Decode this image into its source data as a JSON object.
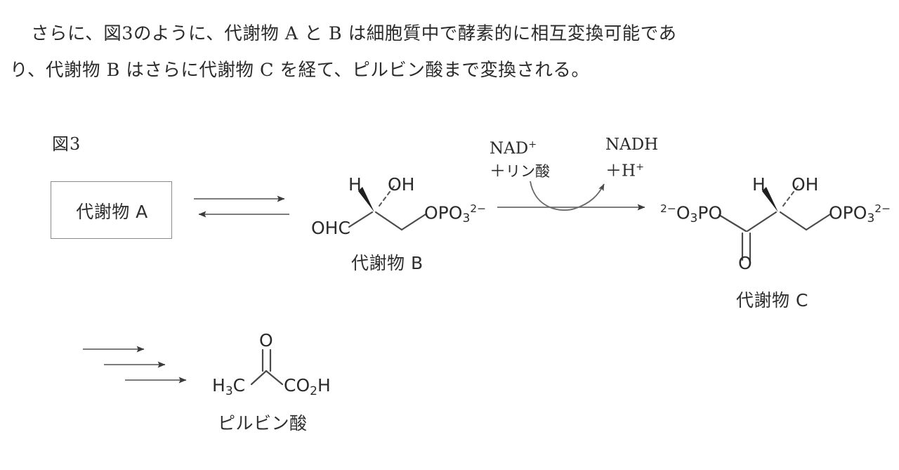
{
  "document": {
    "paragraph": {
      "line1": "さらに、図3のように、代謝物 A と B は細胞質中で酵素的に相互変換可能であ",
      "line2": "り、代謝物 B はさらに代謝物 C を経て、ピルビン酸まで変換される。"
    }
  },
  "figure": {
    "label": "図3",
    "metabolite_a": {
      "name": "代謝物 A"
    },
    "metabolite_b": {
      "name": "代謝物 B",
      "atoms": {
        "h": "H",
        "oh": "OH",
        "ohc": "OHC",
        "phosphate_right": "OPO",
        "phosphate_right_sub": "3",
        "phosphate_right_sup": "2−"
      }
    },
    "metabolite_c": {
      "name": "代謝物 C",
      "atoms": {
        "h": "H",
        "oh": "OH",
        "phosphate_left_sup": "2−",
        "phosphate_left": "O",
        "phosphate_left_sub": "3",
        "phosphate_left_tail": "PO",
        "carbonyl_o": "O",
        "phosphate_right": "OPO",
        "phosphate_right_sub": "3",
        "phosphate_right_sup": "2−"
      }
    },
    "pyruvate": {
      "name": "ピルビン酸",
      "atoms": {
        "methyl": "H",
        "methyl_sub": "3",
        "methyl_c": "C",
        "carbonyl_o": "O",
        "carboxyl": "CO",
        "carboxyl_sub": "2",
        "carboxyl_h": "H"
      }
    },
    "cofactors": {
      "left_top": "NAD",
      "left_top_sup": "+",
      "left_bottom_plus": "＋",
      "left_bottom_text": "リン酸",
      "right_top": "NADH",
      "right_bottom_plus": "＋",
      "right_bottom_text": "H",
      "right_bottom_sup": "+"
    },
    "arrows": {
      "equilibrium_forward": "forward-arrow",
      "equilibrium_reverse": "reverse-arrow",
      "oxidation_arrow": "oxidation-reaction-arrow",
      "curved_cofactor_arrow": "curved-cofactor-arrow",
      "multistep_1": "multistep-arrow-1",
      "multistep_2": "multistep-arrow-2",
      "multistep_3": "multistep-arrow-3"
    }
  },
  "colors": {
    "background": "#ffffff",
    "text": "#2b2b2b",
    "bond": "#4a4a4a",
    "box_border": "#8a8a8a"
  }
}
